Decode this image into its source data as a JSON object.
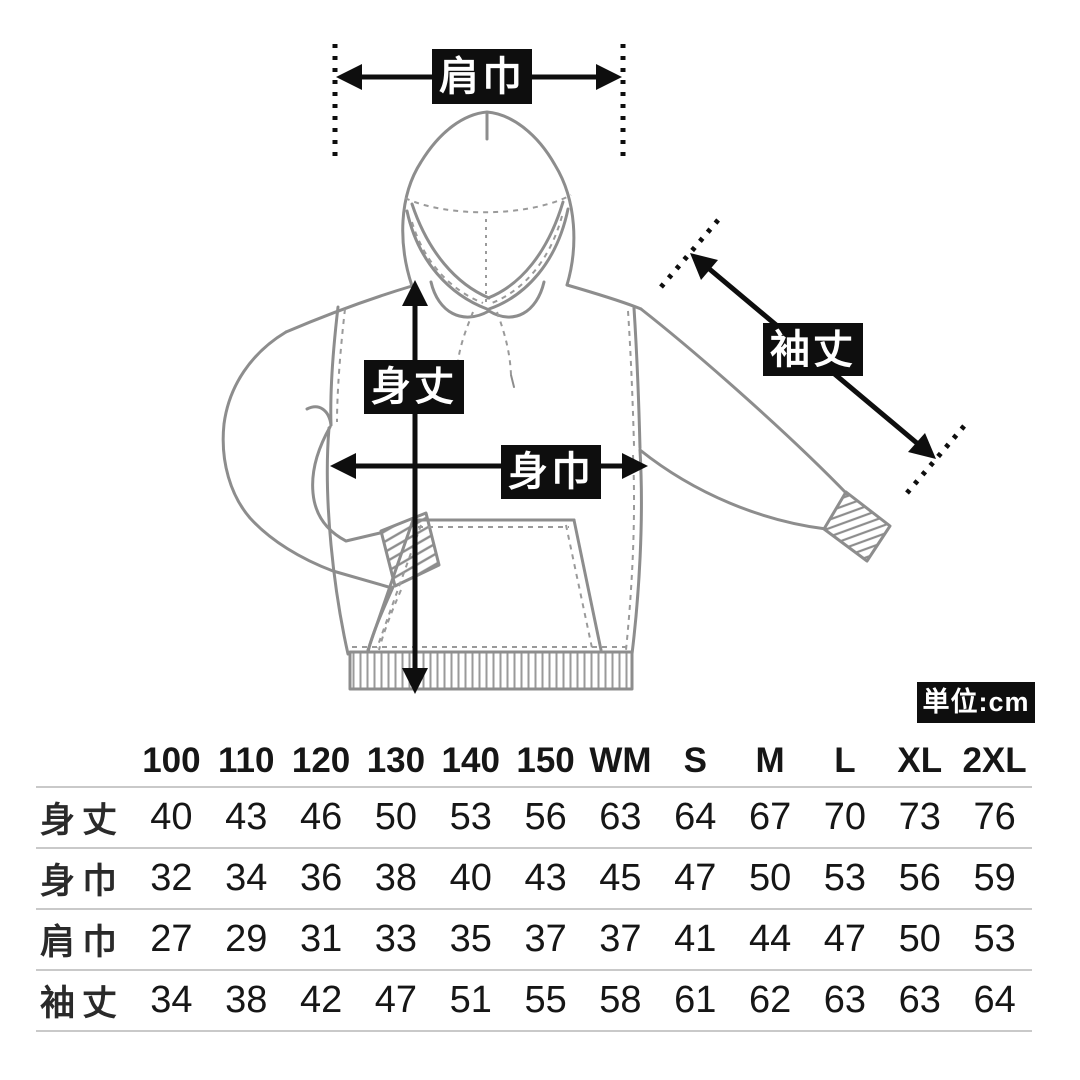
{
  "diagram": {
    "labels": {
      "shoulder_width": "肩巾",
      "body_length": "身丈",
      "body_width": "身巾",
      "sleeve_length": "袖丈"
    },
    "unit_label": "単位:cm",
    "colors": {
      "annotation_black": "#0e0e0e",
      "garment_line_gray": "#8d8d8d",
      "label_text_white": "#ffffff",
      "table_separator_gray": "#c9c9c9"
    }
  },
  "size_table": {
    "columns": [
      "100",
      "110",
      "120",
      "130",
      "140",
      "150",
      "WM",
      "S",
      "M",
      "L",
      "XL",
      "2XL"
    ],
    "rows": [
      {
        "label": "身丈",
        "values": [
          40,
          43,
          46,
          50,
          53,
          56,
          63,
          64,
          67,
          70,
          73,
          76
        ]
      },
      {
        "label": "身巾",
        "values": [
          32,
          34,
          36,
          38,
          40,
          43,
          45,
          47,
          50,
          53,
          56,
          59
        ]
      },
      {
        "label": "肩巾",
        "values": [
          27,
          29,
          31,
          33,
          35,
          37,
          37,
          41,
          44,
          47,
          50,
          53
        ]
      },
      {
        "label": "袖丈",
        "values": [
          34,
          38,
          42,
          47,
          51,
          55,
          58,
          61,
          62,
          63,
          63,
          64
        ]
      }
    ]
  }
}
